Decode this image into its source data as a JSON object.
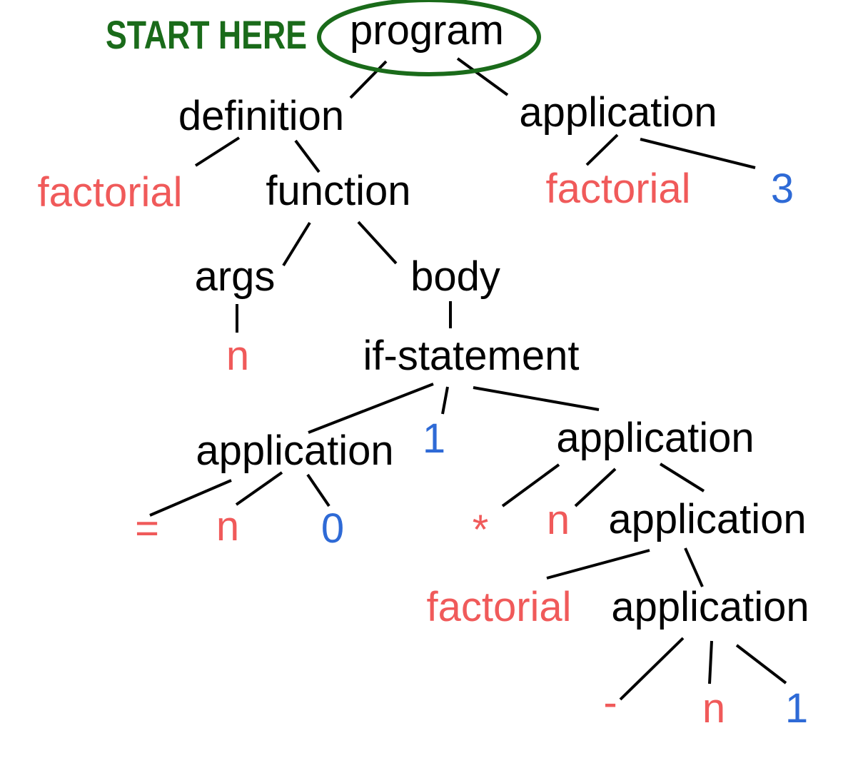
{
  "start_label": "START HERE",
  "colors": {
    "structure": "#000000",
    "identifier": "#f05a5a",
    "number": "#2e6ad6",
    "start": "#1a6b1a"
  },
  "nodes": [
    {
      "id": "program",
      "label": "program",
      "kind": "structure"
    },
    {
      "id": "definition",
      "label": "definition",
      "kind": "structure"
    },
    {
      "id": "application-top",
      "label": "application",
      "kind": "structure"
    },
    {
      "id": "factorial-def",
      "label": "factorial",
      "kind": "identifier"
    },
    {
      "id": "function",
      "label": "function",
      "kind": "structure"
    },
    {
      "id": "factorial-call",
      "label": "factorial",
      "kind": "identifier"
    },
    {
      "id": "three",
      "label": "3",
      "kind": "number"
    },
    {
      "id": "args",
      "label": "args",
      "kind": "structure"
    },
    {
      "id": "body",
      "label": "body",
      "kind": "structure"
    },
    {
      "id": "n-arg",
      "label": "n",
      "kind": "identifier"
    },
    {
      "id": "if-statement",
      "label": "if-statement",
      "kind": "structure"
    },
    {
      "id": "application-test",
      "label": "application",
      "kind": "structure"
    },
    {
      "id": "one-then",
      "label": "1",
      "kind": "number"
    },
    {
      "id": "application-else",
      "label": "application",
      "kind": "structure"
    },
    {
      "id": "equals",
      "label": "=",
      "kind": "identifier"
    },
    {
      "id": "n-test",
      "label": "n",
      "kind": "identifier"
    },
    {
      "id": "zero",
      "label": "0",
      "kind": "number"
    },
    {
      "id": "times",
      "label": "*",
      "kind": "identifier"
    },
    {
      "id": "n-mult",
      "label": "n",
      "kind": "identifier"
    },
    {
      "id": "application-rec",
      "label": "application",
      "kind": "structure"
    },
    {
      "id": "factorial-rec",
      "label": "factorial",
      "kind": "identifier"
    },
    {
      "id": "application-sub",
      "label": "application",
      "kind": "structure"
    },
    {
      "id": "minus",
      "label": "-",
      "kind": "identifier"
    },
    {
      "id": "n-sub",
      "label": "n",
      "kind": "identifier"
    },
    {
      "id": "one-sub",
      "label": "1",
      "kind": "number"
    }
  ],
  "edges": [
    [
      "program",
      "definition"
    ],
    [
      "program",
      "application-top"
    ],
    [
      "definition",
      "factorial-def"
    ],
    [
      "definition",
      "function"
    ],
    [
      "application-top",
      "factorial-call"
    ],
    [
      "application-top",
      "three"
    ],
    [
      "function",
      "args"
    ],
    [
      "function",
      "body"
    ],
    [
      "args",
      "n-arg"
    ],
    [
      "body",
      "if-statement"
    ],
    [
      "if-statement",
      "application-test"
    ],
    [
      "if-statement",
      "one-then"
    ],
    [
      "if-statement",
      "application-else"
    ],
    [
      "application-test",
      "equals"
    ],
    [
      "application-test",
      "n-test"
    ],
    [
      "application-test",
      "zero"
    ],
    [
      "application-else",
      "times"
    ],
    [
      "application-else",
      "n-mult"
    ],
    [
      "application-else",
      "application-rec"
    ],
    [
      "application-rec",
      "factorial-rec"
    ],
    [
      "application-rec",
      "application-sub"
    ],
    [
      "application-sub",
      "minus"
    ],
    [
      "application-sub",
      "n-sub"
    ],
    [
      "application-sub",
      "one-sub"
    ]
  ]
}
